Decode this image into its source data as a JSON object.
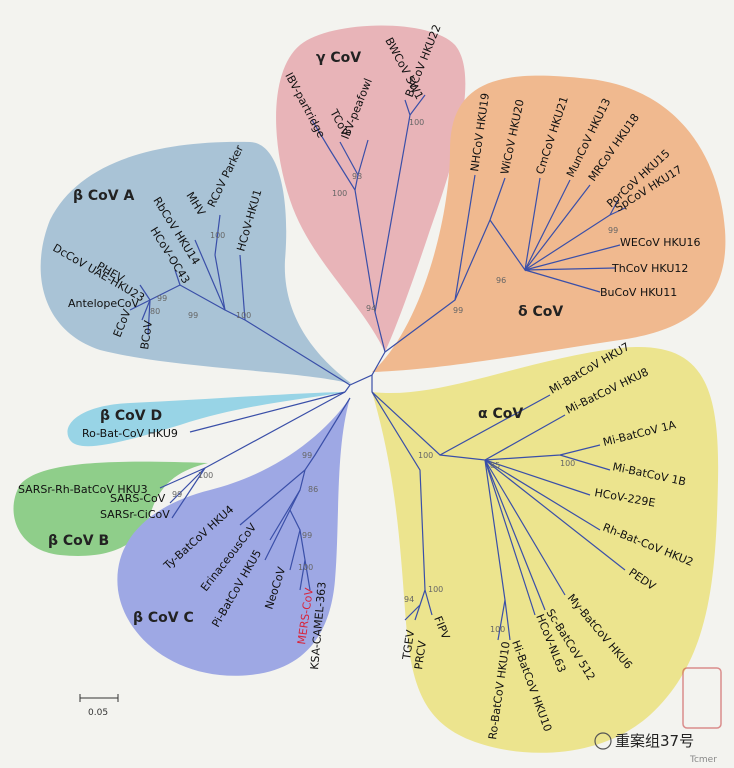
{
  "groups": {
    "gamma": "γ CoV",
    "delta": "δ CoV",
    "alpha": "α CoV",
    "betaA": "β CoV A",
    "betaB": "β CoV B",
    "betaC": "β CoV C",
    "betaD": "β CoV D"
  },
  "leaves": {
    "ibv_partridge": "IBV-partridge",
    "tcov": "TCoV",
    "ibv_peafowl": "IBV-peafowl",
    "bwcov_sw1": "BWCoV SW1",
    "bdcov_hku22": "BdCoV HKU22",
    "nhcov_hku19": "NHCoV HKU19",
    "wicov_hku20": "WiCoV HKU20",
    "cmcov_hku21": "CmCoV HKU21",
    "muncov_hku13": "MunCoV HKU13",
    "mrcov_hku18": "MRCoV HKU18",
    "porcov_hku15": "PorCoV HKU15",
    "spcov_hku17": "SpCoV HKU17",
    "wecov_hku16": "WECoV HKU16",
    "thcov_hku12": "ThCoV HKU12",
    "bucov_hku11": "BuCoV HKU11",
    "dccov_uae_hku23": "DcCoV UAE-HKU23",
    "phev": "PHEV",
    "antelopecov": "AntelopeCoV",
    "ecov": "ECoV",
    "bcov": "BCoV",
    "hcov_oc43": "HCoV-OC43",
    "rbcov_hku14": "RbCoV HKU14",
    "mhv": "MHV",
    "rcov_parker": "RCoV Parker",
    "hcov_hku1": "HCoV-HKU1",
    "ro_bat_cov_hku9": "Ro-Bat-CoV HKU9",
    "sarsr_rh_batcov_hku3": "SARSr-Rh-BatCoV HKU3",
    "sars_cov": "SARS-CoV",
    "sarsr_cicov": "SARSr-CiCoV",
    "ty_batcov_hku4": "Ty-BatCoV HKU4",
    "erinaceouscov": "ErinaceousCoV",
    "pi_batcov_hku5": "Pi-BatCoV HKU5",
    "neocov": "NeoCoV",
    "mers_cov": "MERS-CoV",
    "ksa_camel_363": "KSA-CAMEL-363",
    "mi_batcov_hku7": "Mi-BatCoV HKU7",
    "mi_batcov_hku8": "Mi-BatCoV HKU8",
    "mi_batcov_1a": "Mi-BatCoV 1A",
    "mi_batcov_1b": "Mi-BatCoV 1B",
    "hcov_229e": "HCoV-229E",
    "rh_bat_cov_hku2": "Rh-Bat-CoV HKU2",
    "pedv": "PEDV",
    "my_batcov_hku6": "My-BatCoV HKU6",
    "sc_batcov_512": "Sc-BatCoV 512",
    "hcov_nl63": "HCoV-NL63",
    "hi_batcov_hku10": "Hi-BatCoV HKU10",
    "ro_batcov_hku10": "Ro-BatCoV HKU10",
    "tgev": "TGEV",
    "prcv": "PRCV",
    "fipv": "FIPV"
  },
  "bootstrap": {
    "gamma_root": "94",
    "gamma_inner": "100",
    "gamma_ibv": "93",
    "gamma_bw": "100",
    "delta_root": "99",
    "delta_inner": "96",
    "delta_spcov": "99",
    "betaA_root": "99",
    "betaA_hku1": "100",
    "betaA_mhv": "100",
    "betaA_bcov1": "99",
    "betaA_bcov2": "80",
    "betaB": "100",
    "betaB_inner": "99",
    "betaC_1": "99",
    "betaC_2": "86",
    "betaC_3": "99",
    "betaC_4": "100",
    "alpha_root": "100",
    "alpha_mi": "85",
    "alpha_1a": "100",
    "alpha_tgev": "94",
    "alpha_fipv": "100",
    "alpha_hku10": "100"
  },
  "scale_bar": "0.05",
  "watermark": {
    "text": "重案组37号",
    "sub": "Tcmer"
  },
  "colors": {
    "gamma": "#e8b4b8",
    "delta": "#f0b98f",
    "alpha": "#ece48e",
    "betaA": "#a9c3d6",
    "betaB": "#8fce8a",
    "betaC": "#9ea8e4",
    "betaD": "#98d4e6",
    "branch": "#3a4fa8",
    "mers": "#d7263d"
  }
}
